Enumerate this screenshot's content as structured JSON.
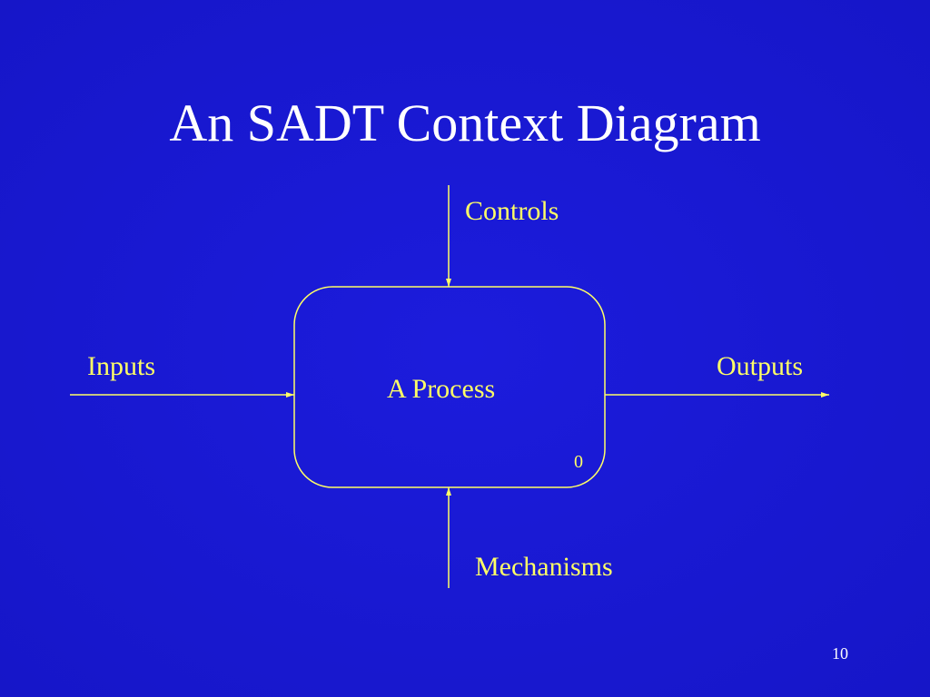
{
  "slide": {
    "title": "An SADT Context Diagram",
    "slide_number": "10"
  },
  "diagram": {
    "process": {
      "label": "A Process",
      "node_number": "0"
    },
    "inputs_label": "Inputs",
    "outputs_label": "Outputs",
    "controls_label": "Controls",
    "mechanisms_label": "Mechanisms",
    "colors": {
      "background": "#1a1ad6",
      "line": "#ffff66",
      "title": "#ffffff"
    }
  }
}
